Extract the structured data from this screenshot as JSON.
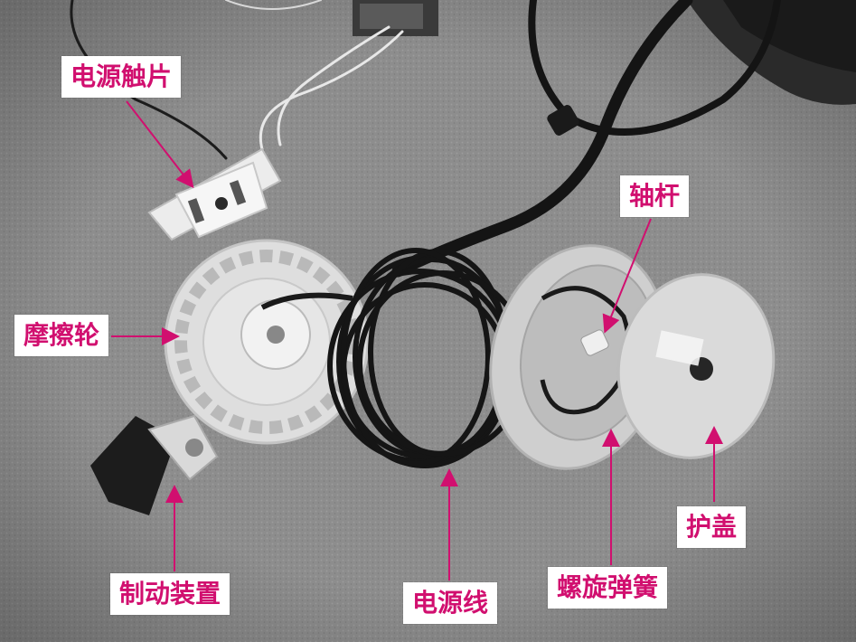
{
  "labels": {
    "power_contact": "电源触片",
    "friction_wheel": "摩擦轮",
    "brake_device": "制动装置",
    "power_cord": "电源线",
    "spiral_spring": "螺旋弹簧",
    "shaft": "轴杆",
    "cover": "护盖"
  },
  "colors": {
    "label_text": "#d10f6f",
    "label_bg": "#ffffff",
    "leader_line": "#d10f6f",
    "carpet": "#8f8f8f"
  }
}
